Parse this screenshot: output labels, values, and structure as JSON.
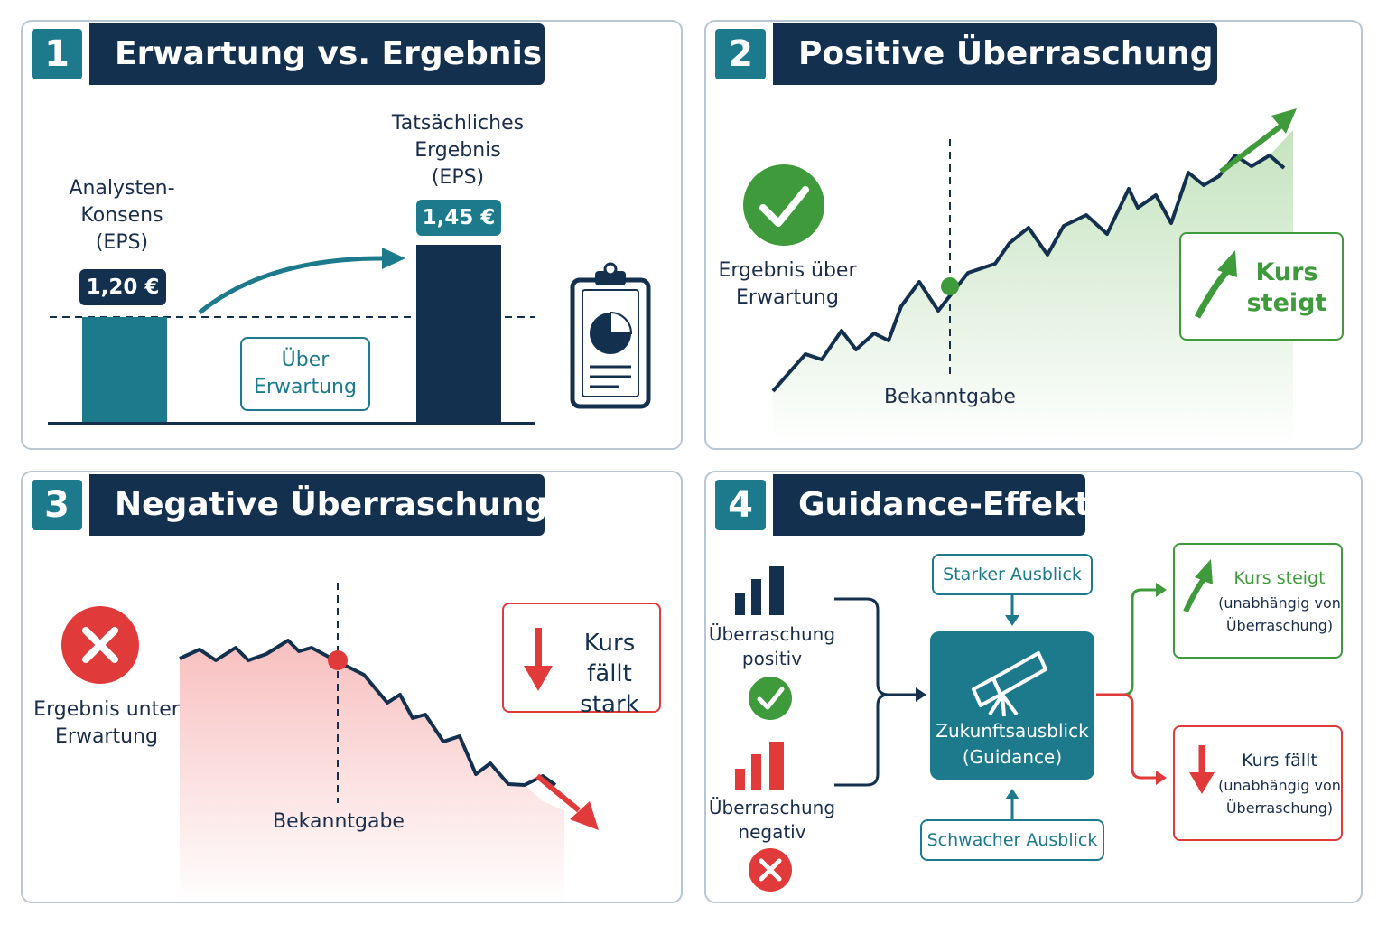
{
  "panels": [
    {
      "number": "1",
      "title": "Erwartung vs. Ergebnis",
      "consensus_label": "Analysten-\nKonsens\n(EPS)",
      "consensus_value": "1,20 €",
      "actual_label": "Tatsächliches\nErgebnis\n(EPS)",
      "actual_value": "1,45 €",
      "beat_box": "Über\nErwartung"
    },
    {
      "number": "2",
      "title": "Positive Überraschung",
      "result_label": "Ergebnis über\nErwartung",
      "announcement": "Bekanntgabe",
      "price_box": "Kurs\nsteigt"
    },
    {
      "number": "3",
      "title": "Negative Überraschung",
      "result_label": "Ergebnis unter\nErwartung",
      "announcement": "Bekanntgabe",
      "price_box": "Kurs\nfällt stark"
    },
    {
      "number": "4",
      "title": "Guidance-Effekt",
      "surprise_positive": "Überraschung\npositiv",
      "surprise_negative": "Überraschung\nnegativ",
      "strong_outlook": "Starker Ausblick",
      "weak_outlook": "Schwacher Ausblick",
      "guidance": "Zukunftsausblick\n(Guidance)",
      "rise_title": "Kurs steigt",
      "rise_note": "(unabhängig von\nÜberraschung)",
      "fall_title": "Kurs fällt",
      "fall_note": "(unabhängig von\nÜberraschung)"
    }
  ],
  "colors": {
    "navy": "#14304f",
    "teal": "#1d7a8c",
    "green": "#3e9a3a",
    "red": "#e03a3a",
    "border": "#b9c6d3"
  },
  "icons": [
    "checkmark-circle-icon",
    "cross-circle-icon",
    "clipboard-chart-icon",
    "telescope-icon",
    "bar-chart-icon",
    "arrow-up-icon",
    "arrow-down-icon"
  ]
}
